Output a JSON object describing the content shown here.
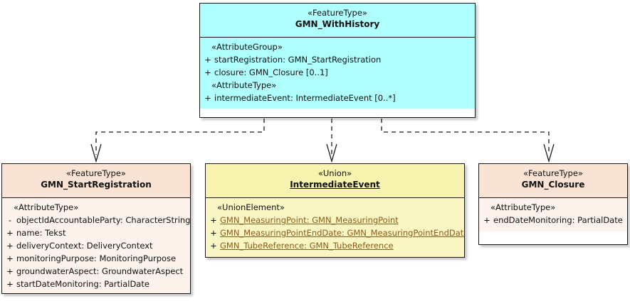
{
  "diagram": {
    "type": "uml-class-diagram",
    "background": "#ffffff",
    "colors": {
      "featuretype_top_fill": "#AFFFFF",
      "featuretype_header_fill": "#F9E3D4",
      "featuretype_body_fill": "#FDF3EC",
      "union_header_fill": "#F7F2AE",
      "union_body_fill": "#FAF6C4",
      "border": "#1a1a1a",
      "link_text": "#8a5c1a"
    }
  },
  "classes": {
    "with_history": {
      "stereotype": "«FeatureType»",
      "name": "GMN_WithHistory",
      "groups": [
        {
          "label": "«AttributeGroup»",
          "attributes": [
            {
              "visibility": "+",
              "text": "startRegistration: GMN_StartRegistration",
              "linked": false
            },
            {
              "visibility": "+",
              "text": "closure: GMN_Closure [0..1]",
              "linked": false
            }
          ]
        },
        {
          "label": "«AttributeType»",
          "attributes": [
            {
              "visibility": "+",
              "text": "intermediateEvent: IntermediateEvent [0..*]",
              "linked": false
            }
          ]
        }
      ]
    },
    "start_registration": {
      "stereotype": "«FeatureType»",
      "name": "GMN_StartRegistration",
      "groups": [
        {
          "label": "«AttributeType»",
          "attributes": [
            {
              "visibility": "-",
              "text": "objectIdAccountableParty: CharacterString",
              "linked": false
            },
            {
              "visibility": "+",
              "text": "name: Tekst",
              "linked": false
            },
            {
              "visibility": "+",
              "text": "deliveryContext: DeliveryContext",
              "linked": false
            },
            {
              "visibility": "+",
              "text": "monitoringPurpose: MonitoringPurpose",
              "linked": false
            },
            {
              "visibility": "+",
              "text": "groundwaterAspect: GroundwaterAspect",
              "linked": false
            },
            {
              "visibility": "+",
              "text": "startDateMonitoring: PartialDate",
              "linked": false
            }
          ]
        }
      ]
    },
    "intermediate_event": {
      "stereotype": "«Union»",
      "name": "IntermediateEvent",
      "name_underlined": true,
      "groups": [
        {
          "label": "«UnionElement»",
          "attributes": [
            {
              "visibility": "+",
              "text": "GMN_MeasuringPoint: GMN_MeasuringPoint",
              "linked": true
            },
            {
              "visibility": "+",
              "text": "GMN_MeasuringPointEndDate: GMN_MeasuringPointEndDate",
              "linked": true
            },
            {
              "visibility": "+",
              "text": "GMN_TubeReference: GMN_TubeReference",
              "linked": true
            }
          ]
        }
      ]
    },
    "closure": {
      "stereotype": "«FeatureType»",
      "name": "GMN_Closure",
      "groups": [
        {
          "label": "«AttributeType»",
          "attributes": [
            {
              "visibility": "+",
              "text": "endDateMonitoring: PartialDate",
              "linked": false
            }
          ]
        }
      ]
    }
  },
  "connectors": [
    {
      "name": "dependency-withhistory-to-startregistration",
      "style": "dashed-open-arrow",
      "from": "GMN_WithHistory",
      "to": "GMN_StartRegistration"
    },
    {
      "name": "dependency-withhistory-to-intermediateevent",
      "style": "dashed-open-arrow",
      "from": "GMN_WithHistory",
      "to": "IntermediateEvent"
    },
    {
      "name": "dependency-withhistory-to-closure",
      "style": "dashed-open-arrow",
      "from": "GMN_WithHistory",
      "to": "GMN_Closure"
    }
  ]
}
